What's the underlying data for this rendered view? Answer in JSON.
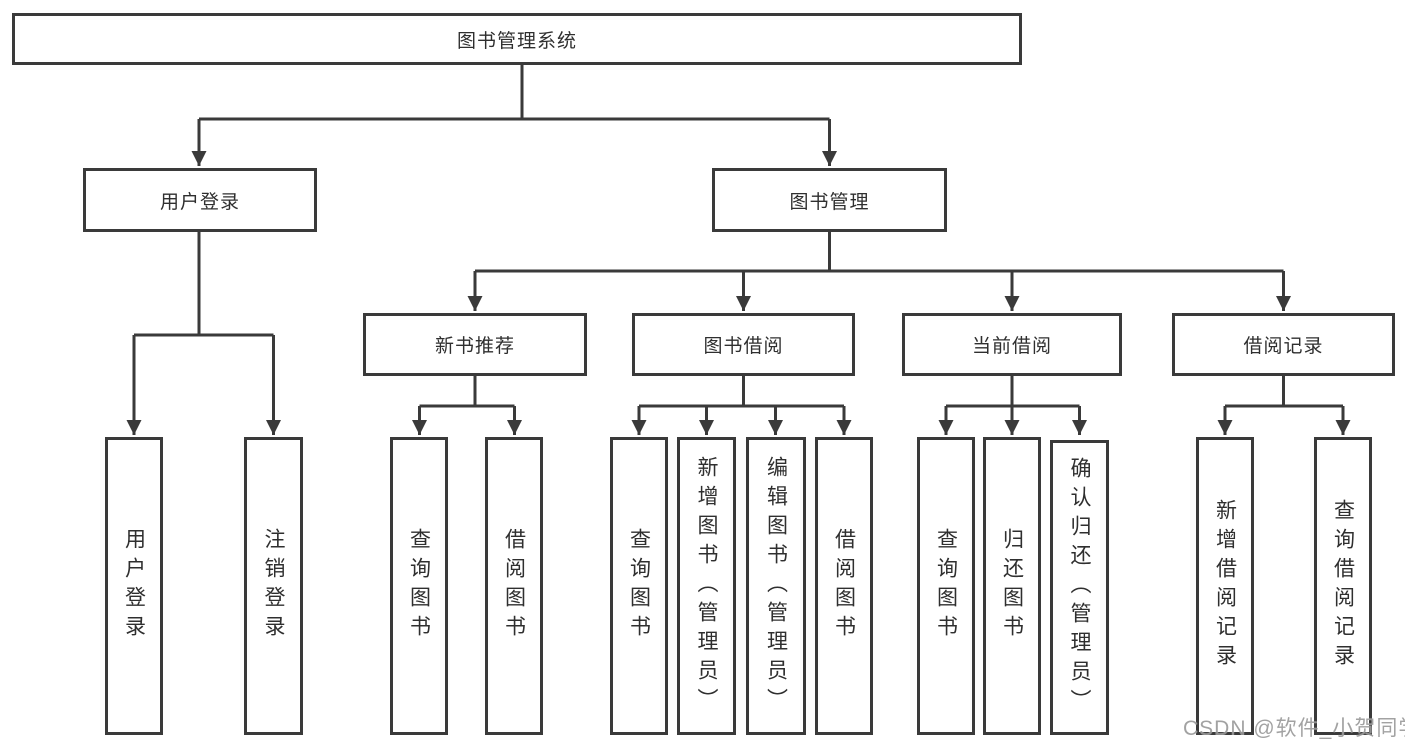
{
  "colors": {
    "background": "#ffffff",
    "line": "#3a3a3a",
    "box_border": "#3a3a3a",
    "box_fill": "#ffffff",
    "text": "#2f2f2f",
    "watermark": "#999999"
  },
  "watermark": {
    "text": "CSDN @软件_小贺同学"
  },
  "tree": {
    "label": "图书管理系统",
    "children": [
      {
        "label": "用户登录",
        "children": [
          {
            "label": "用户登录"
          },
          {
            "label": "注销登录"
          }
        ]
      },
      {
        "label": "图书管理",
        "children": [
          {
            "label": "新书推荐",
            "children": [
              {
                "label": "查询图书"
              },
              {
                "label": "借阅图书"
              }
            ]
          },
          {
            "label": "图书借阅",
            "children": [
              {
                "label": "查询图书"
              },
              {
                "label": "新增图书（管理员）"
              },
              {
                "label": "编辑图书（管理员）"
              },
              {
                "label": "借阅图书"
              }
            ]
          },
          {
            "label": "当前借阅",
            "children": [
              {
                "label": "查询图书"
              },
              {
                "label": "归还图书"
              },
              {
                "label": "确认归还（管理员）"
              }
            ]
          },
          {
            "label": "借阅记录",
            "children": [
              {
                "label": "新增借阅记录"
              },
              {
                "label": "查询借阅记录"
              }
            ]
          }
        ]
      }
    ]
  }
}
